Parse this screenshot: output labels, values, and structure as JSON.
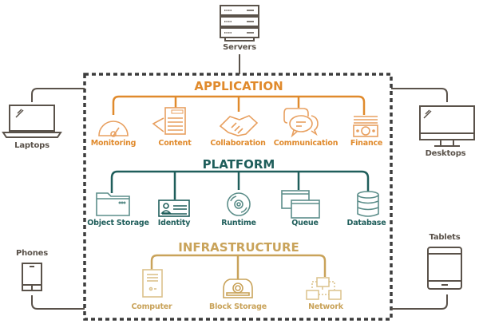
{
  "colors": {
    "device": "#5a524a",
    "frame": "#3c3c3c",
    "application": "#e08a2c",
    "platform": "#1f5e5b",
    "infrastructure": "#c9a35a"
  },
  "devices": {
    "servers": "Servers",
    "laptops": "Laptops",
    "desktops": "Desktops",
    "phones": "Phones",
    "tablets": "Tablets"
  },
  "layers": {
    "application": {
      "title": "APPLICATION",
      "items": [
        {
          "label": "Monitoring",
          "icon": "gauge-icon"
        },
        {
          "label": "Content",
          "icon": "news-icon"
        },
        {
          "label": "Collaboration",
          "icon": "handshake-icon"
        },
        {
          "label": "Communication",
          "icon": "chat-icon"
        },
        {
          "label": "Finance",
          "icon": "money-icon"
        }
      ]
    },
    "platform": {
      "title": "PLATFORM",
      "items": [
        {
          "label": "Object Storage",
          "icon": "folder-icon"
        },
        {
          "label": "Identity",
          "icon": "id-card-icon"
        },
        {
          "label": "Runtime",
          "icon": "disc-icon"
        },
        {
          "label": "Queue",
          "icon": "windows-icon"
        },
        {
          "label": "Database",
          "icon": "database-icon"
        }
      ]
    },
    "infrastructure": {
      "title": "INFRASTRUCTURE",
      "items": [
        {
          "label": "Computer",
          "icon": "computer-tower-icon"
        },
        {
          "label": "Block Storage",
          "icon": "hard-drive-icon"
        },
        {
          "label": "Network",
          "icon": "network-icon"
        }
      ]
    }
  }
}
